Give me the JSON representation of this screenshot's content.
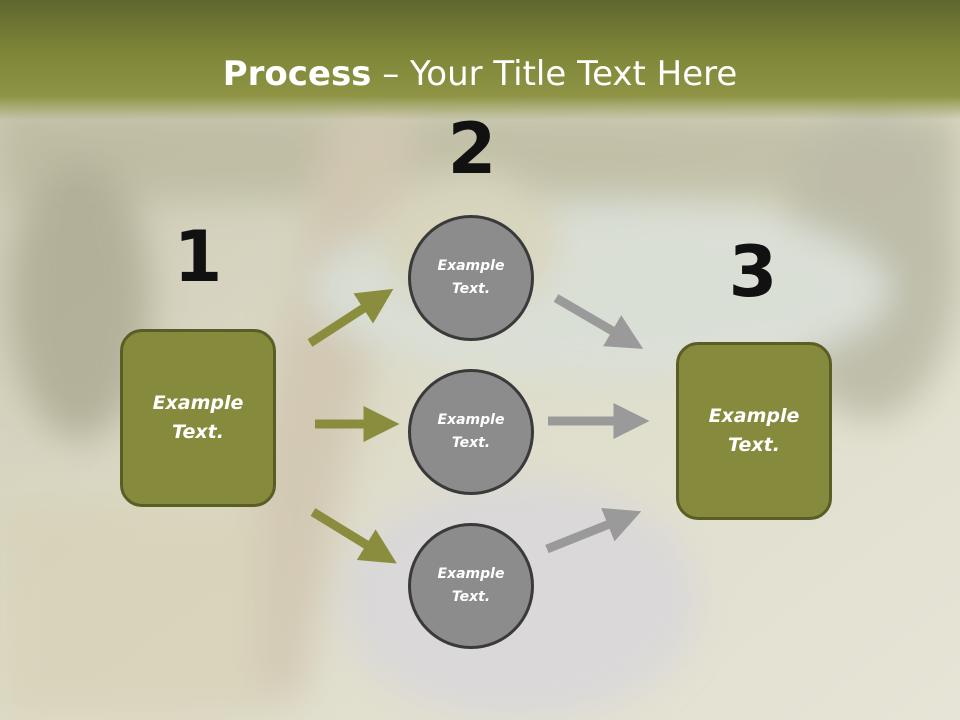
{
  "title": {
    "bold": "Process",
    "rest": " – Your Title Text Here"
  },
  "steps": {
    "one": "1",
    "two": "2",
    "three": "3"
  },
  "left_box": {
    "line1": "Example",
    "line2": "Text."
  },
  "circles": [
    {
      "line1": "Example",
      "line2": "Text."
    },
    {
      "line1": "Example",
      "line2": "Text."
    },
    {
      "line1": "Example",
      "line2": "Text."
    }
  ],
  "right_box": {
    "line1": "Example",
    "line2": "Text."
  },
  "colors": {
    "box_fill": "#868a3c",
    "circle_fill": "#8c8c8c",
    "olive_arrow": "#8a8d3e",
    "gray_arrow": "#9a9a9a"
  }
}
